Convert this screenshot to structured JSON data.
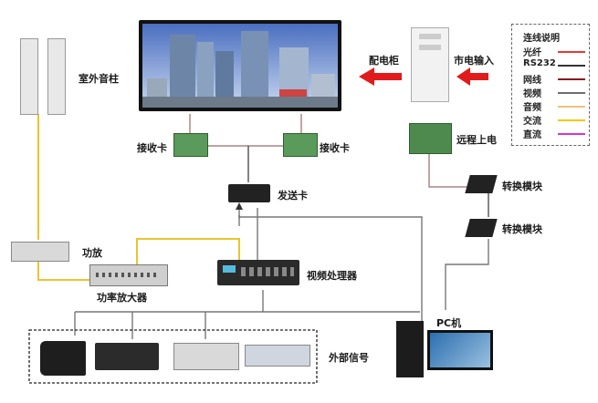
{
  "labels": {
    "speaker": "室外音柱",
    "cabinet": "配电柜",
    "mains": "市电输入",
    "remote": "远程上电",
    "recv_left": "接收卡",
    "recv_right": "接收卡",
    "sender": "发送卡",
    "converter1": "转换模块",
    "converter2": "转换模块",
    "amp": "功放",
    "power_amp": "功率放大器",
    "video_proc": "视频处理器",
    "pc": "PC机",
    "external": "外部信号"
  },
  "legend": {
    "title": "连线说明",
    "items": [
      {
        "label": "光纤",
        "color": "#e53935"
      },
      {
        "label": "RS232",
        "color": "#333333"
      },
      {
        "label": "网线",
        "color": "#8b1a1a"
      },
      {
        "label": "视频",
        "color": "#6e6e6e"
      },
      {
        "label": "音频",
        "color": "#f0c27a"
      },
      {
        "label": "交流",
        "color": "#f5c800"
      },
      {
        "label": "直流",
        "color": "#d633d6"
      }
    ]
  },
  "colors": {
    "audio_wire": "#e8c531",
    "video_wire": "#777777",
    "net_wire": "#9a6a6a",
    "arrow_red": "#e11b1b"
  }
}
